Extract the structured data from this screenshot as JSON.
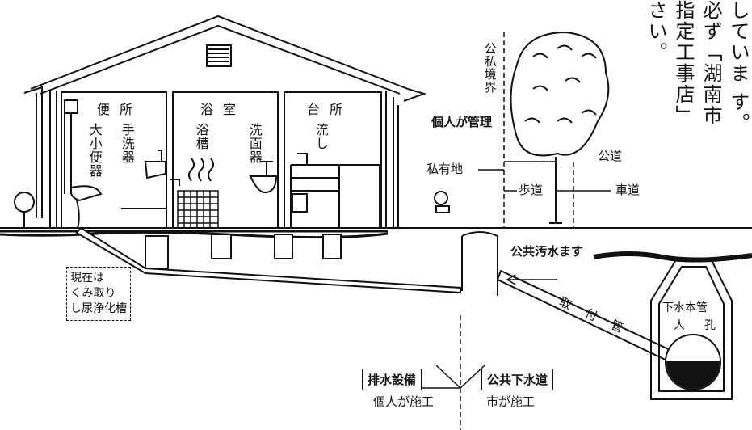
{
  "notice": {
    "columns": [
      "していま す。",
      "必ず「湖南市",
      "指定工事店」",
      "さい。"
    ]
  },
  "rooms": {
    "toilet": "便所",
    "bath": "浴室",
    "kitchen": "台所"
  },
  "fixtures": {
    "toilet_bowl": "大小便器",
    "hand_wash": "手洗器",
    "bathtub": "浴槽",
    "washbasin": "洗面器",
    "sink": "流し"
  },
  "boundary": {
    "public_private": "公私境界",
    "individual_managed": "個人が管理",
    "private_land": "私有地",
    "public_road": "公道",
    "sidewalk": "歩道",
    "roadway": "車道"
  },
  "sewer": {
    "public_inlet": "公共汚水ます",
    "connection_pipe": "取付管",
    "main_pipe": "下水本管",
    "manhole": "人孔"
  },
  "current_note": [
    "現在は",
    "くみ取り",
    "し尿浄化槽"
  ],
  "legend": {
    "drainage": "排水設備",
    "individual_works": "個人が施工",
    "public_sewer": "公共下水道",
    "city_works": "市が施工"
  }
}
